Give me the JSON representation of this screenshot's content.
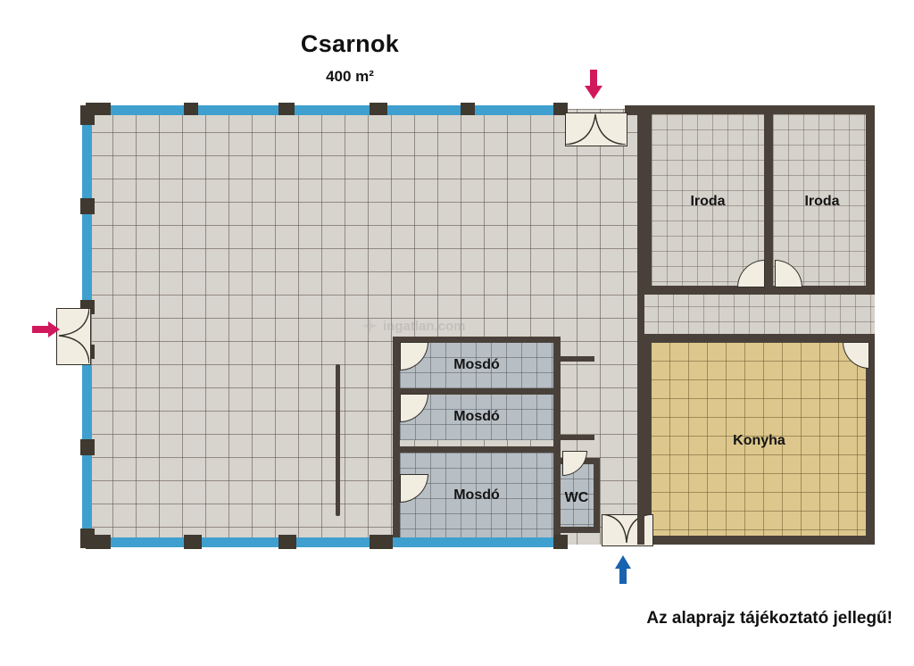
{
  "header": {
    "title": "Csarnok",
    "area": "400 m²"
  },
  "footer": {
    "disclaimer": "Az alaprajz tájékoztató jellegű!"
  },
  "watermark": {
    "text": "ingatlan.com"
  },
  "colors": {
    "wall": "#494139",
    "glazing": "#3fa0cf",
    "hall_tile": "#d7d3cd",
    "office_tile": "#d5d1cb",
    "washroom_tile": "#b7bec4",
    "kitchen_tile": "#ddc78d",
    "entry_arrow_red": "#d2185c",
    "entry_arrow_blue": "#1763b0",
    "label_text": "#141414"
  },
  "rooms": [
    {
      "id": "hall",
      "label": "Csarnok",
      "label_shown": false,
      "floor": "hall_tile"
    },
    {
      "id": "office-1",
      "label": "Iroda",
      "label_shown": true,
      "floor": "office_tile"
    },
    {
      "id": "office-2",
      "label": "Iroda",
      "label_shown": true,
      "floor": "office_tile"
    },
    {
      "id": "washroom-1",
      "label": "Mosdó",
      "label_shown": true,
      "floor": "washroom_tile"
    },
    {
      "id": "washroom-2",
      "label": "Mosdó",
      "label_shown": true,
      "floor": "washroom_tile"
    },
    {
      "id": "washroom-3",
      "label": "Mosdó",
      "label_shown": true,
      "floor": "washroom_tile"
    },
    {
      "id": "wc",
      "label": "WC",
      "label_shown": true,
      "floor": "washroom_tile"
    },
    {
      "id": "kitchen",
      "label": "Konyha",
      "label_shown": true,
      "floor": "kitchen_tile"
    }
  ],
  "labels": {
    "office_1": "Iroda",
    "office_2": "Iroda",
    "washroom_1": "Mosdó",
    "washroom_2": "Mosdó",
    "washroom_3": "Mosdó",
    "wc": "WC",
    "kitchen": "Konyha"
  },
  "entrances": [
    {
      "id": "north-entrance",
      "arrow": "down-arrow",
      "color": "#d2185c",
      "door": "double"
    },
    {
      "id": "west-entrance",
      "arrow": "right-arrow",
      "color": "#d2185c",
      "door": "double"
    },
    {
      "id": "south-entrance",
      "arrow": "up-arrow",
      "color": "#1763b0",
      "door": "double"
    }
  ]
}
